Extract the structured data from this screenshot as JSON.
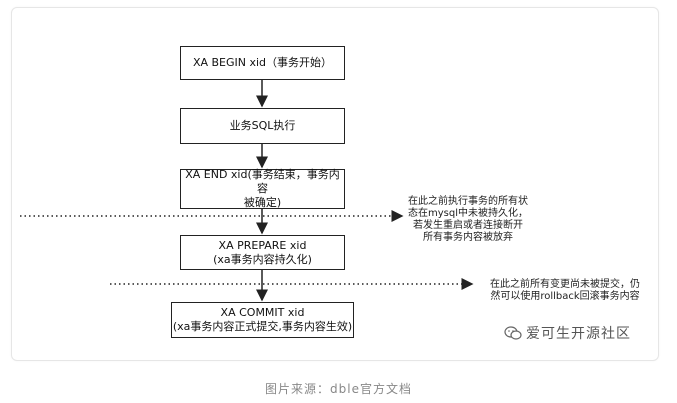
{
  "steps": [
    {
      "lines": [
        "XA BEGIN xid（事务开始）"
      ]
    },
    {
      "lines": [
        "业务SQL执行"
      ]
    },
    {
      "lines": [
        "XA END xid(事务结束，事务内容",
        "被确定)"
      ]
    },
    {
      "lines": [
        "XA PREPARE xid",
        "(xa事务内容持久化)"
      ]
    },
    {
      "lines": [
        "XA COMMIT xid",
        "(xa事务内容正式提交,事务内容生效)"
      ]
    }
  ],
  "notes": {
    "before_prepare": [
      "在此之前执行事务的所有状",
      "态在mysql中未被持久化，",
      "若发生重启或者连接断开",
      "所有事务内容被放弃"
    ],
    "before_commit": [
      "在此之前所有变更尚未被提交，仍",
      "然可以使用rollback回滚事务内容"
    ]
  },
  "watermark": {
    "text": "爱可生开源社区",
    "icon": "wechat-icon"
  },
  "caption": "图片来源：dble官方文档",
  "colors": {
    "line": "#222222",
    "dotted": "#222222",
    "caption": "#888888"
  }
}
